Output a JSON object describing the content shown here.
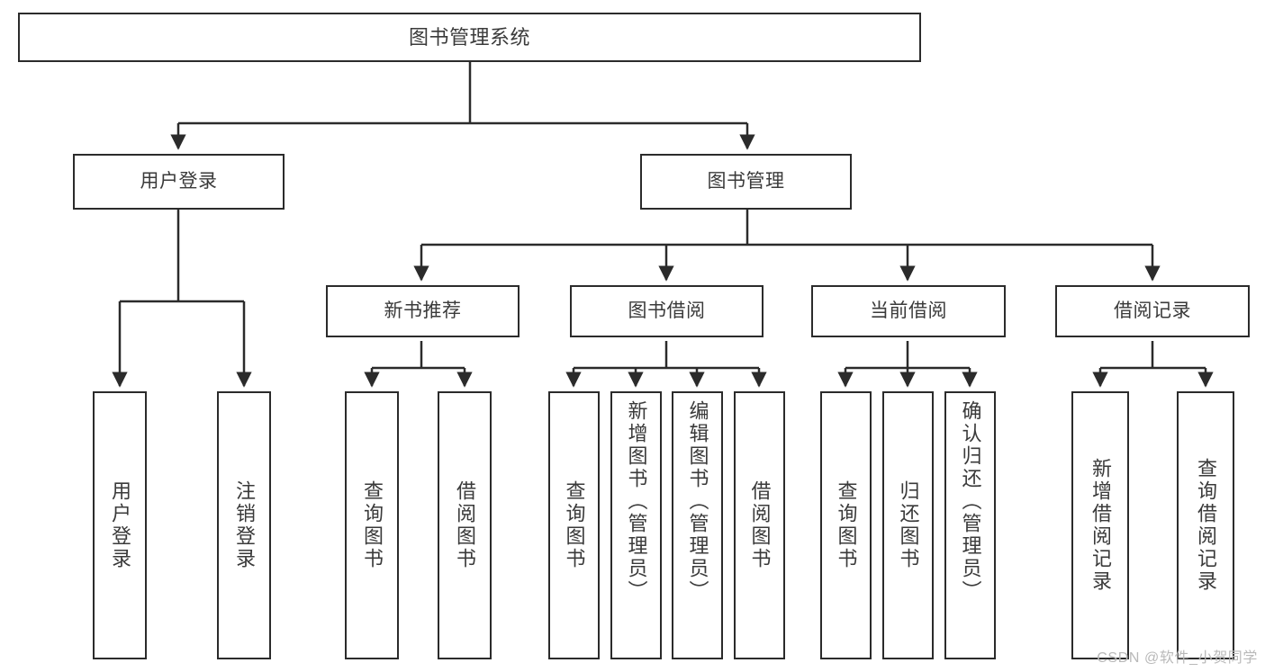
{
  "diagram": {
    "title": "图书管理系统",
    "type": "tree",
    "line_color": "#2b2b2b",
    "text_color": "#3a3a3a",
    "box_fill": "#ffffff",
    "background": "#ffffff"
  },
  "watermark": {
    "text": "CSDN @软件_小贺同学",
    "color": "#b9b9b9"
  },
  "nodes": {
    "root": {
      "label": "图书管理系统"
    },
    "tier2": [
      {
        "label": "用户登录"
      },
      {
        "label": "图书管理"
      }
    ],
    "tier3": [
      {
        "label": "新书推荐"
      },
      {
        "label": "图书借阅"
      },
      {
        "label": "当前借阅"
      },
      {
        "label": "借阅记录"
      }
    ],
    "leaves": {
      "user_login": [
        {
          "label": "用户登录"
        },
        {
          "label": "注销登录"
        }
      ],
      "new_book": [
        {
          "label": "查询图书"
        },
        {
          "label": "借阅图书"
        }
      ],
      "book_borrow": [
        {
          "label": "查询图书"
        },
        {
          "label": "新增图书（管理员）"
        },
        {
          "label": "编辑图书（管理员）"
        },
        {
          "label": "借阅图书"
        }
      ],
      "current_borrow": [
        {
          "label": "查询图书"
        },
        {
          "label": "归还图书"
        },
        {
          "label": "确认归还（管理员）"
        }
      ],
      "borrow_record": [
        {
          "label": "新增借阅记录"
        },
        {
          "label": "查询借阅记录"
        }
      ]
    }
  }
}
